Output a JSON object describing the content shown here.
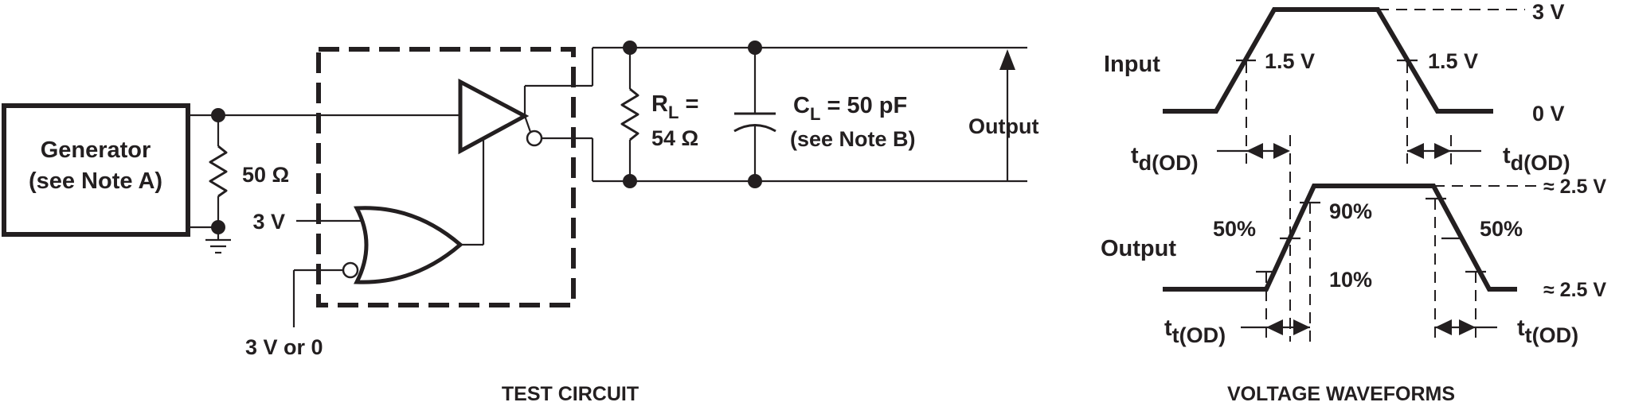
{
  "test_circuit": {
    "caption": "TEST CIRCUIT",
    "generator_line1": "Generator",
    "generator_line2": "(see Note A)",
    "resistor_50": "50 Ω",
    "input_3v": "3 V",
    "input_3v_or_0": "3 V or 0",
    "rl_prefix": "R",
    "rl_sub": "L",
    "rl_eq": " =",
    "rl_value": "54  Ω",
    "cl_prefix": "C",
    "cl_sub": "L",
    "cl_value": " = 50 pF",
    "cl_note": "(see Note B)",
    "output_label": "Output"
  },
  "waveforms": {
    "caption": "VOLTAGE WAVEFORMS",
    "input_label": "Input",
    "output_label": "Output",
    "level_3v": "3 V",
    "level_0v": "0 V",
    "in_rise_mid": "1.5 V",
    "in_fall_mid": "1.5 V",
    "out_high": "≈ 2.5 V",
    "out_low": "≈ 2.5 V",
    "pct_50_left": "50%",
    "pct_90": "90%",
    "pct_10": "10%",
    "pct_50_right": "50%",
    "td_prefix": "t",
    "td_sub": "d(OD)",
    "tt_prefix": "t",
    "tt_sub": "t(OD)"
  }
}
